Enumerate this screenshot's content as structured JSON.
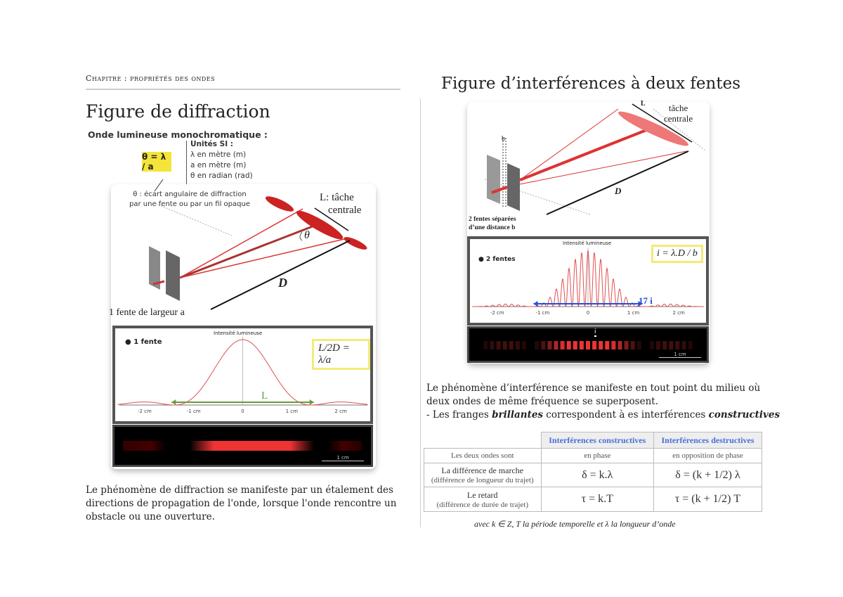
{
  "header": {
    "chapter": "Chapitre : propriétés des ondes"
  },
  "left": {
    "title": "Figure de diffraction",
    "subtitle": "Onde lumineuse monochromatique :",
    "formula": "θ = λ / a",
    "units": [
      "Unités SI :",
      "λ en mètre (m)",
      "a en mètre (m)",
      "θ en radian (rad)"
    ],
    "theta_note": [
      "θ : écart angulaire de diffraction",
      "par une fente ou par un fil opaque"
    ],
    "diagram": {
      "L_label": "L:  tâche",
      "L_label2": "centrale",
      "theta": "θ",
      "D": "D",
      "slit_label": "1 fente de largeur a"
    },
    "chart": {
      "legend": "1 fente",
      "ylabel": "Intensité lumineuse",
      "formula": "L/2D = λ/a",
      "arrow_label": "L",
      "ticks": [
        "-2 cm",
        "-1 cm",
        "0",
        "1 cm",
        "2 cm"
      ],
      "curve_color": "#e05050",
      "arrow_color": "#6a9a3a"
    },
    "strip_scale": "1 cm",
    "paragraph": "Le phénomène de diffraction se manifeste par un étalement des directions de propagation de l'onde, lorsque l'onde rencontre un obstacle ou une ouverture."
  },
  "right": {
    "title": "Figure d’interférences à deux fentes",
    "diagram": {
      "L": "L",
      "tache": "tâche",
      "centrale": "centrale",
      "b": "b",
      "D": "D",
      "slit_label": [
        "2 fentes séparées",
        "d’une distance b"
      ]
    },
    "chart": {
      "legend": "2 fentes",
      "ylabel": "Intensité lumineuse",
      "formula": "i = λ.D / b",
      "arrow_label": "17 i",
      "ticks": [
        "-2 cm",
        "-1 cm",
        "0",
        "1 cm",
        "2 cm"
      ],
      "arrow_color": "#2050e0"
    },
    "strip": {
      "i_label": "i",
      "scale": "1 cm"
    },
    "paragraph": [
      "Le phénomène d’interférence se manifeste en tout point du milieu où deux ondes de même fréquence se superposent."
    ],
    "bullet": {
      "prefix": "-  Les franges ",
      "bold1": "brillantes",
      "mid": " correspondent à es interférences ",
      "bold2": "constructives"
    },
    "table": {
      "headers": [
        "",
        "Interférences constructives",
        "Interférences destructives"
      ],
      "rows": [
        {
          "label": "Les deux ondes sont",
          "sub": "",
          "c1": "en phase",
          "c2": "en opposition de phase"
        },
        {
          "label": "La différence de marche",
          "sub": "(différence de longueur du trajet)",
          "c1": "δ = k.λ",
          "c2": "δ = (k + 1/2) λ"
        },
        {
          "label": "Le retard",
          "sub": "(différence de durée de trajet)",
          "c1": "τ = k.T",
          "c2": "τ = (k + 1/2) T"
        }
      ]
    },
    "footnote": "avec k ∈ Z,  T la période temporelle et λ  la longueur d’onde"
  }
}
